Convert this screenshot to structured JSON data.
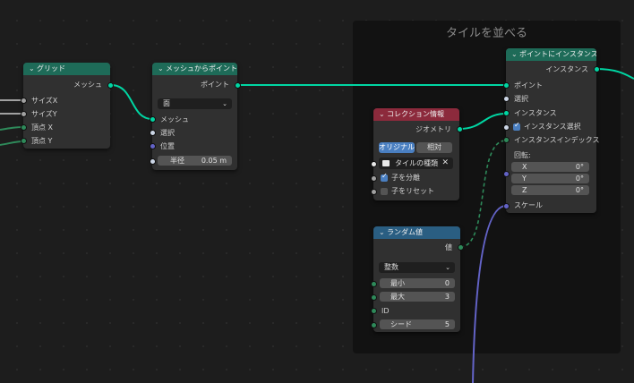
{
  "frame": {
    "title": "タイルを並べる"
  },
  "grid_node": {
    "title": "グリッド",
    "output_mesh": "メッシュ",
    "input_size_x": "サイズX",
    "input_size_y": "サイズY",
    "input_vertices_x": "頂点 X",
    "input_vertices_y": "頂点 Y"
  },
  "mesh_to_points_node": {
    "title": "メッシュからポイントへ",
    "output_points": "ポイント",
    "mode_value": "面",
    "input_mesh": "メッシュ",
    "input_selection": "選択",
    "input_position": "位置",
    "radius_label": "半径",
    "radius_value": "0.05 m"
  },
  "instance_on_points_node": {
    "title": "ポイントにインスタンス...",
    "output_instances": "インスタンス",
    "input_points": "ポイント",
    "input_selection": "選択",
    "input_instance": "インスタンス",
    "pick_instance_label": "インスタンス選択",
    "input_instance_index": "インスタンスインデックス",
    "rotation_label": "回転:",
    "rot_x_label": "X",
    "rot_x_value": "0°",
    "rot_y_label": "Y",
    "rot_y_value": "0°",
    "rot_z_label": "Z",
    "rot_z_value": "0°",
    "input_scale": "スケール"
  },
  "collection_info_node": {
    "title": "コレクション情報",
    "output_geometry": "ジオメトリ",
    "tab_original": "オリジナル",
    "tab_relative": "相対",
    "collection_value": "タイルの種類",
    "clear_icon": "close-icon",
    "separate_children_label": "子を分離",
    "reset_children_label": "子をリセット"
  },
  "random_value_node": {
    "title": "ランダム値",
    "output_value": "値",
    "type_value": "整数",
    "min_label": "最小",
    "min_value": "0",
    "max_label": "最大",
    "max_value": "3",
    "id_label": "ID",
    "seed_label": "シード",
    "seed_value": "5"
  },
  "colors": {
    "geometry_link": "#00d6a3",
    "integer_link": "#2e8a5a",
    "vector_link": "#6363c7",
    "geometry_header": "#1e6b58",
    "input_header": "#8c2a3c",
    "converter_header": "#2a5e82"
  }
}
